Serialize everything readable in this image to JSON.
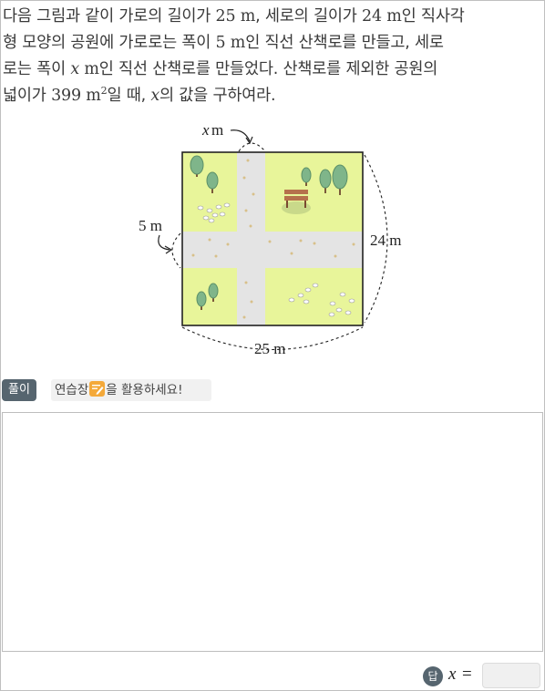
{
  "problem": {
    "line1_a": "다음 그림과 같이 가로의 길이가 ",
    "width_value": "25 m",
    "line1_b": ", 세로의 길이가 ",
    "height_value": "24 m",
    "line1_c": "인 직사각",
    "line2_a": "형 모양의 공원에 가로로는 폭이 ",
    "path_width_value": "5 m",
    "line2_b": "인 직선 산책로를 만들고, 세로",
    "line3_a": "로는 폭이 ",
    "var_x": "x",
    "unit_m": " m",
    "line3_b": "인 직선 산책로를 만들었다. 산책로를 제외한 공원의",
    "line4_a": "넓이가 ",
    "area_value": "399 m",
    "area_exp": "2",
    "line4_b": "일 때, ",
    "line4_c": "의 값을 구하여라."
  },
  "figure": {
    "label_top": "x m",
    "label_top_var": "x",
    "label_top_unit": " m",
    "label_left": "5 m",
    "label_right": "24 m",
    "label_bottom": "25 m",
    "colors": {
      "grass": "#e8f59a",
      "path": "#e6e6e6",
      "border": "#222222"
    }
  },
  "solution": {
    "badge": "풀이",
    "hint_prefix": "연습장",
    "hint_suffix": "을 활용하세요!"
  },
  "answer": {
    "badge": "답",
    "variable": "x",
    "equals": "=",
    "value": ""
  }
}
